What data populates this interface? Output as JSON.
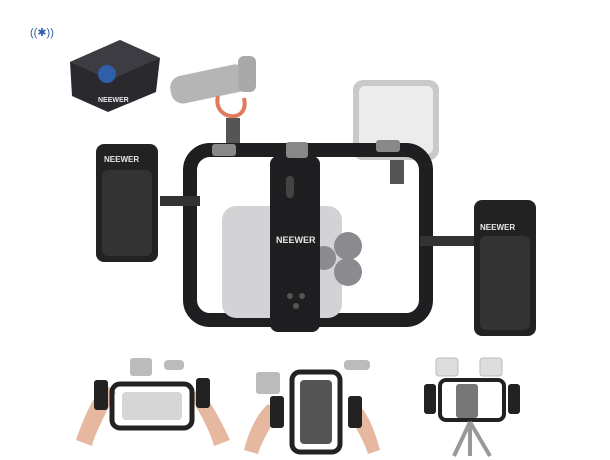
{
  "product": {
    "brand": "NEEWER",
    "remote_brand": "NEEWER",
    "handle_left_brand": "NEEWER",
    "handle_right_brand": "NEEWER",
    "cage_brand": "NEEWER"
  },
  "colors": {
    "metal": "#1f1f22",
    "accessory_gray": "#b9b9b9",
    "mic_cable": "#e07a5f",
    "remote_button": "#2f5fa8"
  }
}
